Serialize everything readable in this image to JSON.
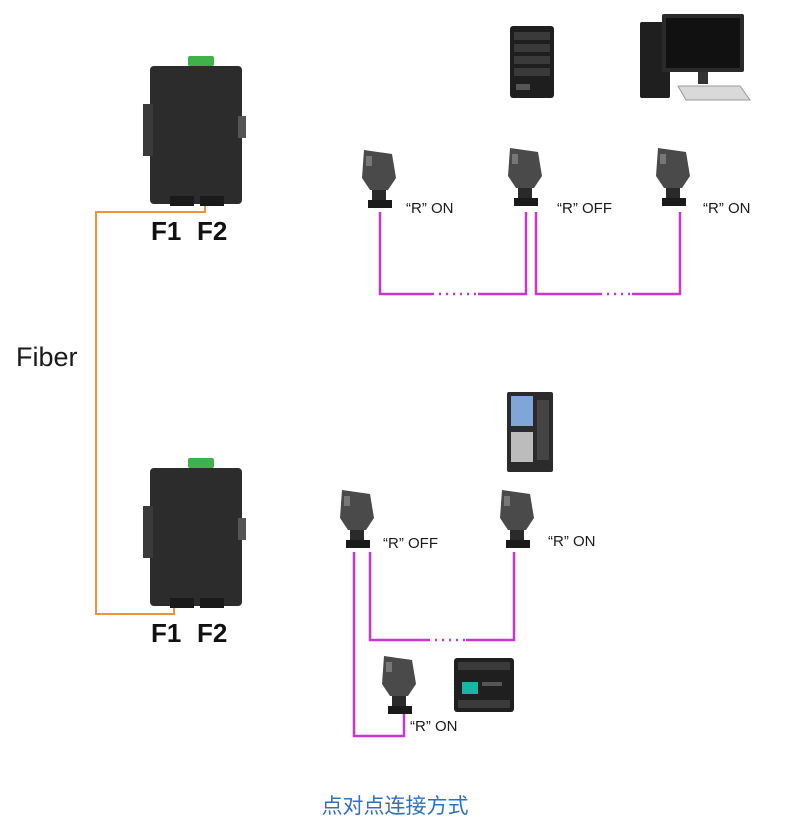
{
  "caption": "点对点连接方式",
  "fiber_label": "Fiber",
  "colors": {
    "fiber": "#f0923a",
    "bus": "#c837c8",
    "caption": "#2f6fc0",
    "device": "#2c2c2c",
    "terminal": "#3fb24a"
  },
  "switches": [
    {
      "id": "top",
      "ports": [
        "F1",
        "F2"
      ]
    },
    {
      "id": "bottom",
      "ports": [
        "F1",
        "F2"
      ]
    }
  ],
  "connectors": [
    {
      "id": "c1",
      "label": "“R” ON"
    },
    {
      "id": "c2",
      "label": "“R” OFF"
    },
    {
      "id": "c3",
      "label": "“R” ON"
    },
    {
      "id": "c4",
      "label": "“R” OFF"
    },
    {
      "id": "c5",
      "label": "“R” ON"
    },
    {
      "id": "c6",
      "label": "“R” ON"
    }
  ],
  "icons": [
    "server-icon",
    "desktop-computer-icon",
    "servo-drive-icon",
    "plc-icon"
  ]
}
